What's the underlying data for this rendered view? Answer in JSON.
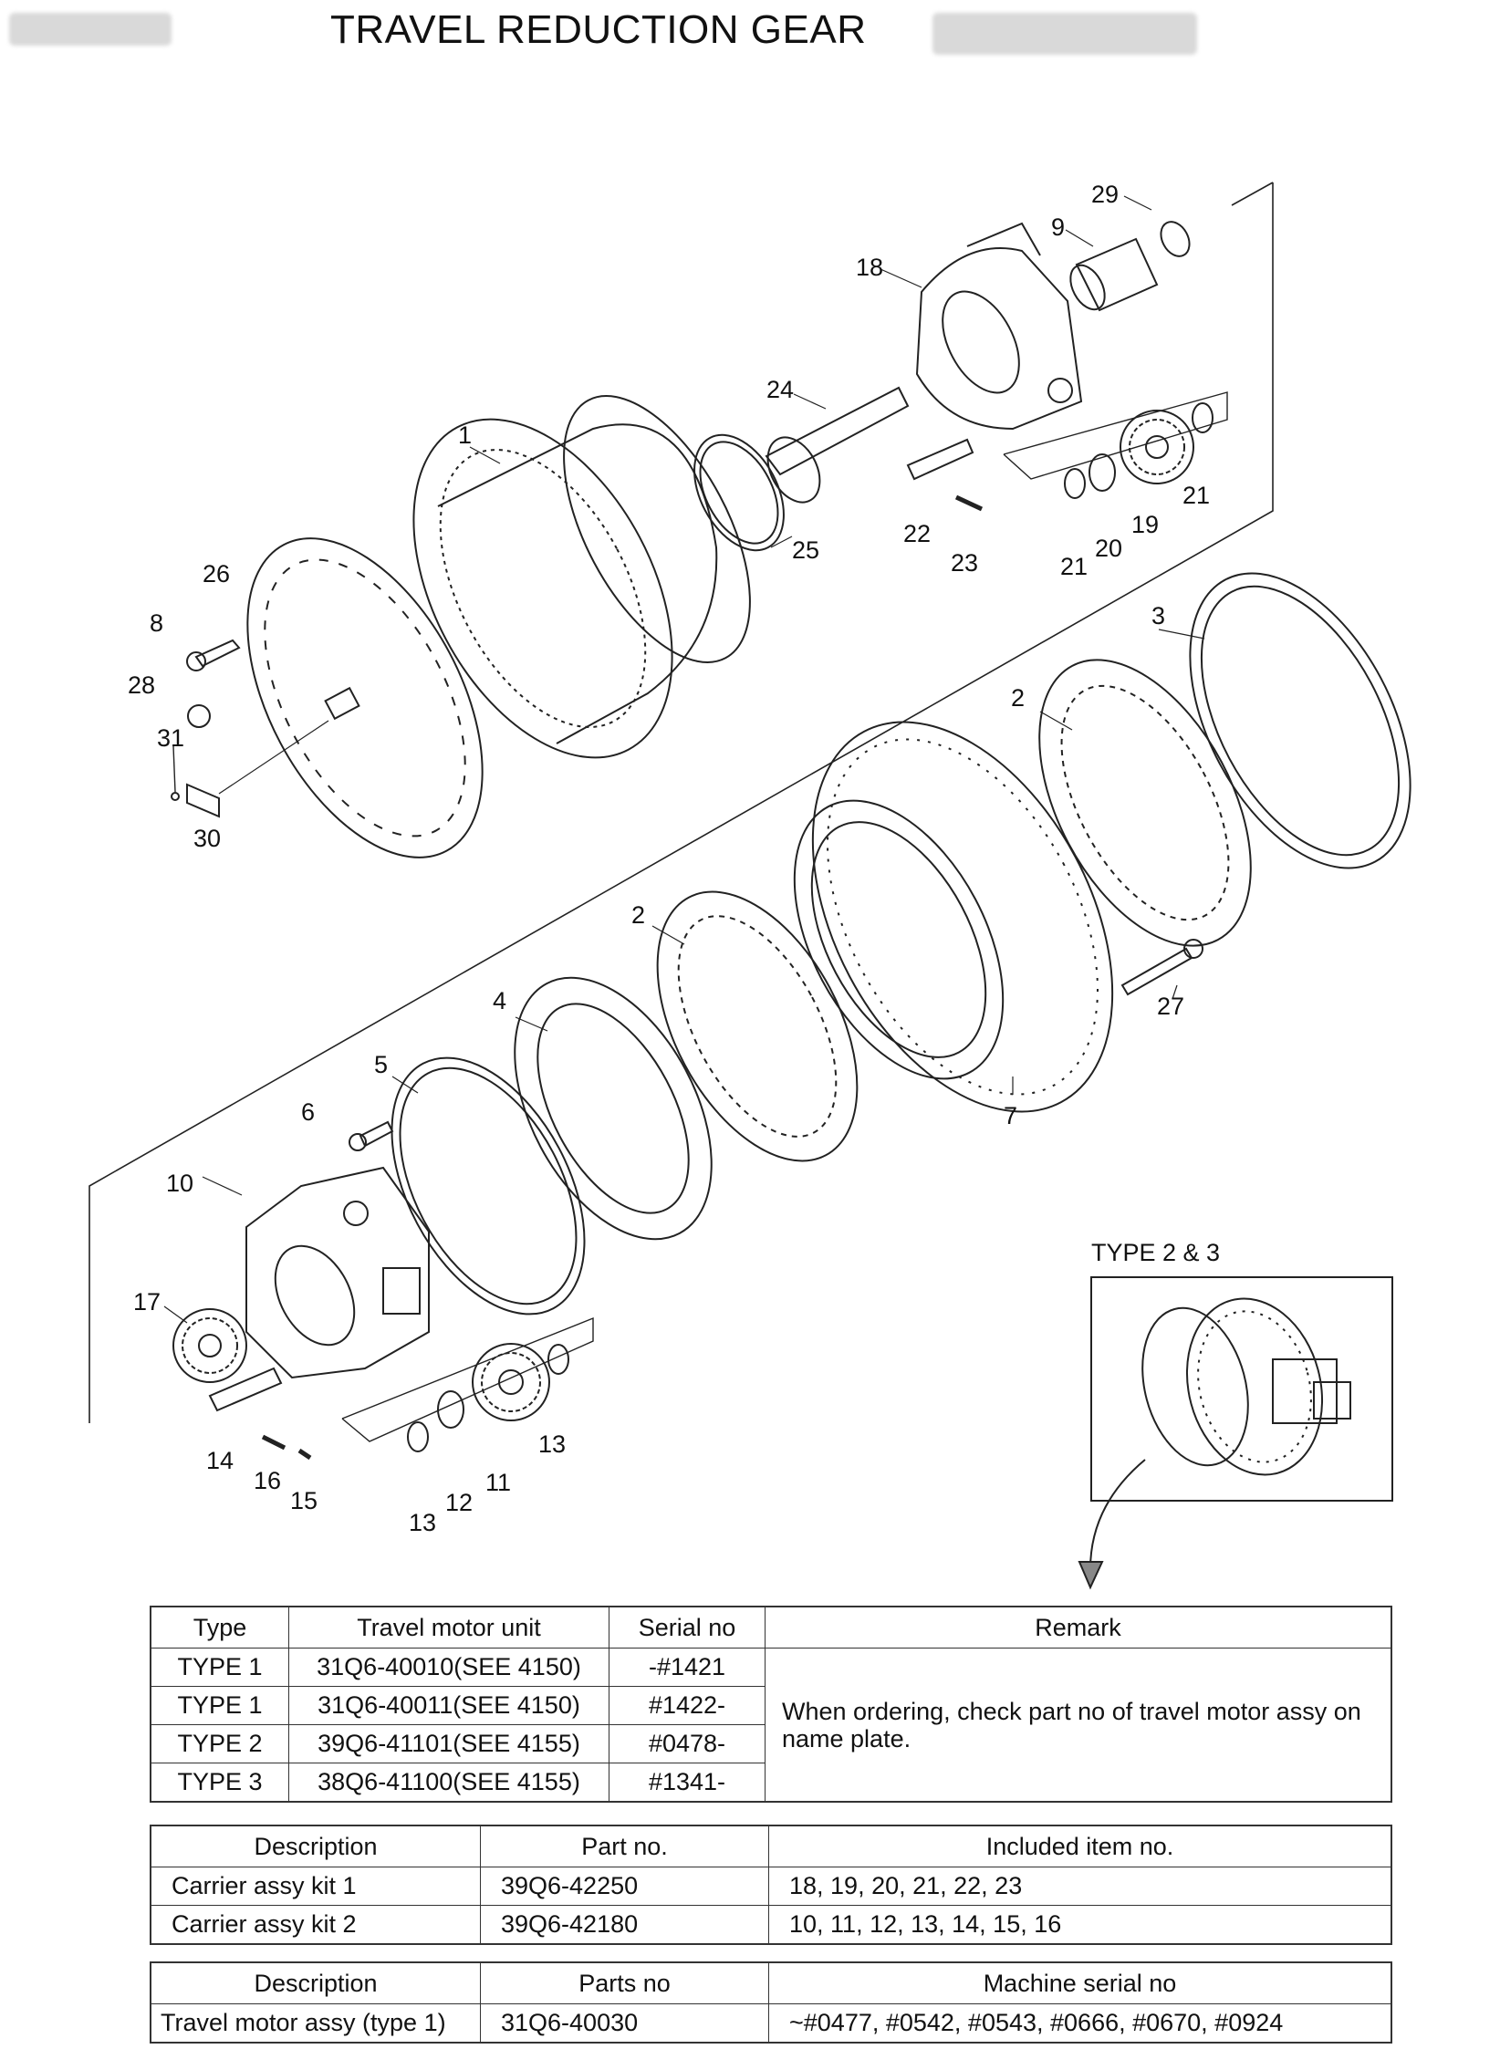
{
  "title": "TRAVEL REDUCTION GEAR",
  "callouts": [
    "29",
    "9",
    "18",
    "24",
    "1",
    "25",
    "22",
    "23",
    "21",
    "20",
    "19",
    "21",
    "26",
    "8",
    "28",
    "31",
    "30",
    "3",
    "2",
    "2",
    "27",
    "4",
    "7",
    "5",
    "6",
    "10",
    "17",
    "14",
    "16",
    "15",
    "13",
    "12",
    "11",
    "13"
  ],
  "inset_label": "TYPE 2 & 3",
  "type_table": {
    "headers": [
      "Type",
      "Travel motor unit",
      "Serial no",
      "Remark"
    ],
    "rows": [
      [
        "TYPE 1",
        "31Q6-40010(SEE 4150)",
        "-#1421"
      ],
      [
        "TYPE 1",
        "31Q6-40011(SEE 4150)",
        "#1422-"
      ],
      [
        "TYPE 2",
        "39Q6-41101(SEE 4155)",
        "#0478-"
      ],
      [
        "TYPE 3",
        "38Q6-41100(SEE 4155)",
        "#1341-"
      ]
    ],
    "remark": "When ordering, check part no of travel motor assy on name plate."
  },
  "kit_table": {
    "headers": [
      "Description",
      "Part no.",
      "Included item no."
    ],
    "rows": [
      [
        "Carrier assy kit 1",
        "39Q6-42250",
        "18, 19, 20, 21, 22, 23"
      ],
      [
        "Carrier assy kit 2",
        "39Q6-42180",
        "10, 11, 12, 13, 14, 15, 16"
      ]
    ]
  },
  "motor_table": {
    "headers": [
      "Description",
      "Parts no",
      "Machine serial no"
    ],
    "rows": [
      [
        "Travel motor assy (type 1)",
        "31Q6-40030",
        "~#0477, #0542, #0543, #0666, #0670, #0924"
      ]
    ]
  }
}
